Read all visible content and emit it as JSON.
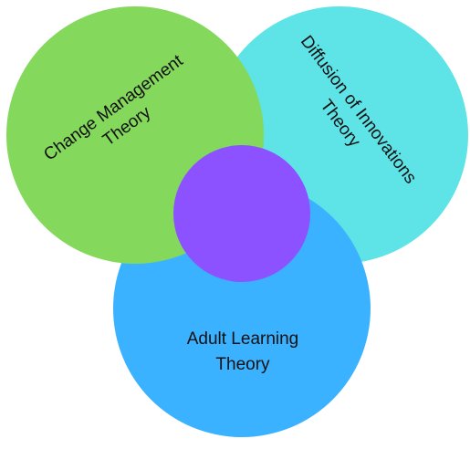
{
  "circles": {
    "cyan": {
      "label_lines": [
        "Diffusion of Innovations",
        "Theory"
      ],
      "color": "#5ee3e6"
    },
    "green": {
      "label_lines": [
        "Change Management",
        "Theory"
      ],
      "color": "#84d95c"
    },
    "blue": {
      "label_lines": [
        "Adult Learning",
        "Theory"
      ],
      "color": "#3bb2ff"
    },
    "center": {
      "color": "#8c52ff"
    }
  }
}
